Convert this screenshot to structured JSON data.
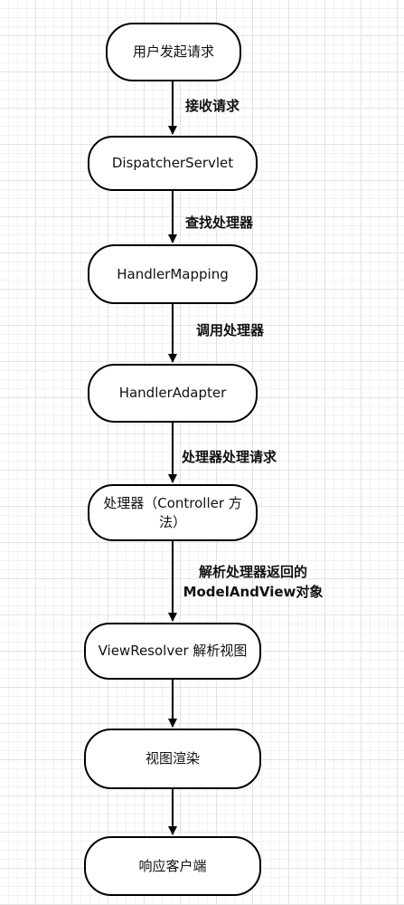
{
  "nodes": [
    {
      "id": "start",
      "label": "用户发起请求"
    },
    {
      "id": "dispatcher",
      "label": "DispatcherServlet"
    },
    {
      "id": "mapping",
      "label": "HandlerMapping"
    },
    {
      "id": "adapter",
      "label": "HandlerAdapter"
    },
    {
      "id": "handler",
      "label": "处理器（Controller 方法）"
    },
    {
      "id": "resolver",
      "label": "ViewResolver 解析视图"
    },
    {
      "id": "render",
      "label": "视图渲染"
    },
    {
      "id": "response",
      "label": "响应客户端"
    }
  ],
  "edges": [
    {
      "from": "start",
      "to": "dispatcher",
      "label": "接收请求"
    },
    {
      "from": "dispatcher",
      "to": "mapping",
      "label": "查找处理器"
    },
    {
      "from": "mapping",
      "to": "adapter",
      "label": "调用处理器"
    },
    {
      "from": "adapter",
      "to": "handler",
      "label": "处理器处理请求"
    },
    {
      "from": "handler",
      "to": "resolver",
      "label_line1": "解析处理器返回的",
      "label_line2": "ModelAndView对象"
    },
    {
      "from": "resolver",
      "to": "render",
      "label": ""
    },
    {
      "from": "render",
      "to": "response",
      "label": ""
    }
  ],
  "colors": {
    "stroke": "#000000",
    "node_fill": "#ffffff",
    "grid": "#e3e3e3"
  }
}
